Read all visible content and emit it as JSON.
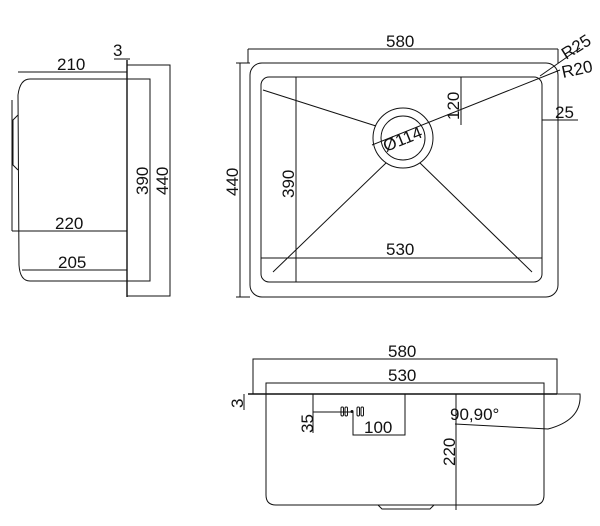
{
  "side_view": {
    "depth_top": "210",
    "flange_thickness": "3",
    "depth_mid": "220",
    "depth_bottom": "205",
    "inner_width": "390",
    "outer_width": "440"
  },
  "top_view": {
    "outer_length": "580",
    "outer_width": "440",
    "inner_width": "390",
    "inner_length": "530",
    "drain_diameter": "Ø114",
    "drain_offset": "120",
    "radius_outer": "R25",
    "radius_inner": "R20",
    "flange_width": "25"
  },
  "front_view": {
    "outer_length": "580",
    "inner_length": "530",
    "flange_thickness": "3",
    "overflow_offset": "35",
    "overflow_width": "100",
    "depth": "220",
    "corner_angle": "90,90°"
  },
  "colors": {
    "line": "#111111",
    "background": "#ffffff"
  }
}
